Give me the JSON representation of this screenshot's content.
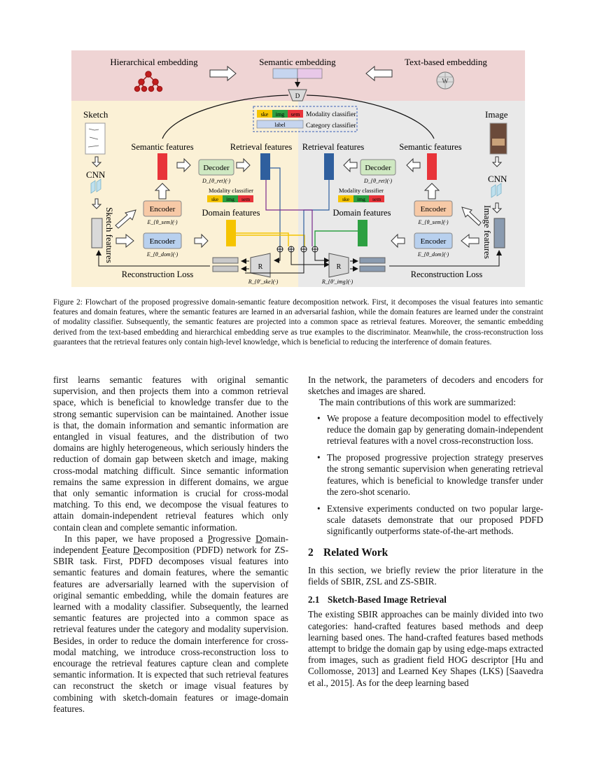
{
  "figure": {
    "top_band": {
      "hierarchical": "Hierarchical embedding",
      "semantic": "Semantic embedding",
      "text_based": "Text-based embedding",
      "discriminator": "D"
    },
    "classifiers": {
      "ske": "ske",
      "img": "img",
      "sem": "sem",
      "label": "label",
      "modality_classifier": "Modality classifier",
      "category_classifier": "Category classifier"
    },
    "left": {
      "sketch": "Sketch",
      "cnn": "CNN",
      "sketch_features": "Sketch features",
      "semantic_features": "Semantic features",
      "retrieval_features": "Retrieval features",
      "decoder": "Decoder",
      "decoder_sub": "D_{θ_ret}(·)",
      "modality_classifier": "Modality classifier",
      "domain_features": "Domain features",
      "encoder_sem": "Encoder",
      "encoder_sem_sub": "E_{θ_sem}(·)",
      "encoder_dom": "Encoder",
      "encoder_dom_sub": "E_{θ_dom}(·)",
      "recon_loss": "Reconstruction Loss",
      "r": "R",
      "r_sub": "R_{θ'_ske}(·)"
    },
    "right": {
      "image": "Image",
      "cnn": "CNN",
      "image_features": "Image features",
      "semantic_features": "Semantic features",
      "retrieval_features": "Retrieval features",
      "decoder": "Decoder",
      "decoder_sub": "D_{θ_ret}(·)",
      "modality_classifier": "Modality classifier",
      "domain_features": "Domain features",
      "encoder_sem": "Encoder",
      "encoder_sem_sub": "E_{θ_sem}(·)",
      "encoder_dom": "Encoder",
      "encoder_dom_sub": "E_{θ_dom}(·)",
      "recon_loss": "Reconstruction Loss",
      "r": "R",
      "r_sub": "R_{θ'_img}(·)"
    },
    "colors": {
      "top_band": "#efd4d4",
      "left_panel": "#fbf1d6",
      "right_panel": "#e9e9e9",
      "semantic_bar": "#e8343a",
      "retrieval_bar": "#2f5f9e",
      "sketch_domain_bar": "#f5c400",
      "image_domain_bar": "#2da042",
      "decoder": "#cfe8c2",
      "encoder_sem": "#f7c9a6",
      "encoder_dom": "#b8d0ee"
    }
  },
  "caption": "Figure 2: Flowchart of the proposed progressive domain-semantic feature decomposition network. First, it decomposes the visual features into semantic features and domain features, where the semantic features are learned in an adversarial fashion, while the domain features are learned under the constraint of modality classifier. Subsequently, the semantic features are projected into a common space as retrieval features. Moreover, the semantic embedding derived from the text-based embedding and hierarchical embedding serve as true examples to the discriminator. Meanwhile, the cross-reconstruction loss guarantees that the retrieval features only contain high-level knowledge, which is beneficial to reducing the interference of domain features.",
  "left_col": {
    "p1": "first learns semantic features with original semantic supervision, and then projects them into a common retrieval space, which is beneficial to knowledge transfer due to the strong semantic supervision can be maintained. Another issue is that, the domain information and semantic information are entangled in visual features, and the distribution of two domains are highly heterogeneous, which seriously hinders the reduction of domain gap between sketch and image, making cross-modal matching difficult. Since semantic information remains the same expression in different domains, we argue that only semantic information is crucial for cross-modal matching. To this end, we decompose the visual features to attain domain-independent retrieval features which only contain clean and complete semantic information.",
    "p2_a": "In this paper, we have proposed a ",
    "p2_P": "P",
    "p2_b": "rogressive ",
    "p2_D": "D",
    "p2_c": "omain-independent ",
    "p2_F": "F",
    "p2_d": "eature ",
    "p2_D2": "D",
    "p2_e": "ecomposition (PDFD) network for ZS-SBIR task. First, PDFD decomposes visual features into semantic features and domain features, where the semantic features are adversarially learned with the supervision of original semantic embedding, while the domain features are learned with a modality classifier. Subsequently, the learned semantic features are projected into a common space as retrieval features under the category and modality supervision. Besides, in order to reduce the domain interference for cross-modal matching, we introduce cross-reconstruction loss to encourage the retrieval features capture clean and complete semantic information. It is expected that such retrieval features can reconstruct the sketch or image visual features by combining with sketch-domain features or image-domain features."
  },
  "right_col": {
    "p1": "In the network, the parameters of decoders and encoders for sketches and images are shared.",
    "p2": "The main contributions of this work are summarized:",
    "bullets": [
      "We propose a feature decomposition model to effectively reduce the domain gap by generating domain-independent retrieval features with a novel cross-reconstruction loss.",
      "The proposed progressive projection strategy preserves the strong semantic supervision when generating retrieval features, which is beneficial to knowledge transfer under the zero-shot scenario.",
      "Extensive experiments conducted on two popular large-scale datasets demonstrate that our proposed PDFD significantly outperforms state-of-the-art methods."
    ],
    "sec_num": "2",
    "sec_title": "Related Work",
    "p3": "In this section, we briefly review the prior literature in the fields of SBIR, ZSL and ZS-SBIR.",
    "sub_num": "2.1",
    "sub_title": "Sketch-Based Image Retrieval",
    "p4": "The existing SBIR approaches can be mainly divided into two categories: hand-crafted features based methods and deep learning based ones. The hand-crafted features based methods attempt to bridge the domain gap by using edge-maps extracted from images, such as gradient field HOG descriptor [Hu and Collomosse, 2013] and Learned Key Shapes (LKS) [Saavedra et al., 2015]. As for the deep learning based"
  }
}
